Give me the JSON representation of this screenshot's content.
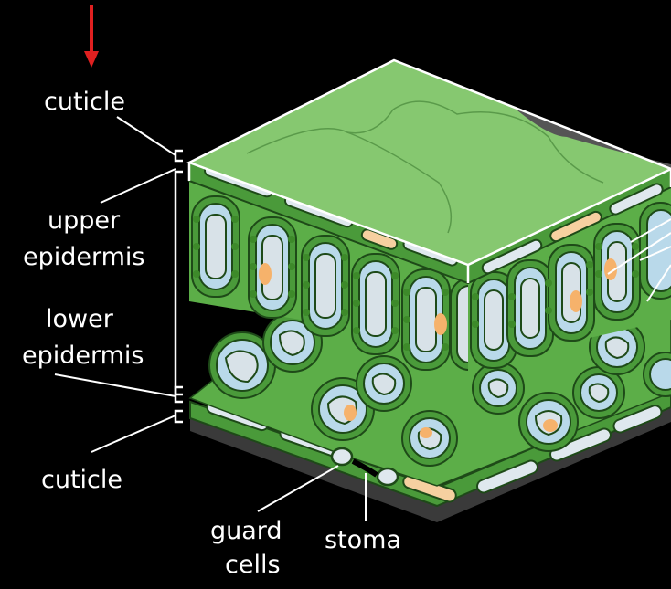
{
  "labels": {
    "cuticle_top": "cuticle",
    "upper_epidermis_line1": "upper",
    "upper_epidermis_line2": "epidermis",
    "lower_epidermis_line1": "lower",
    "lower_epidermis_line2": "epidermis",
    "cuticle_bottom": "cuticle",
    "guard_cells_line1": "guard",
    "guard_cells_line2": "cells",
    "stoma": "stoma"
  },
  "colors": {
    "background": "#000000",
    "leaf_surface": "#86c870",
    "leaf_green": "#4a9a3a",
    "cell_interior": "#d8e2e8",
    "chloroplast": "#3d8a2a",
    "nucleus": "#f6b26b",
    "cuticle_gray": "#555555",
    "pointer_arrow": "#e02020",
    "label_text": "#ffffff"
  }
}
